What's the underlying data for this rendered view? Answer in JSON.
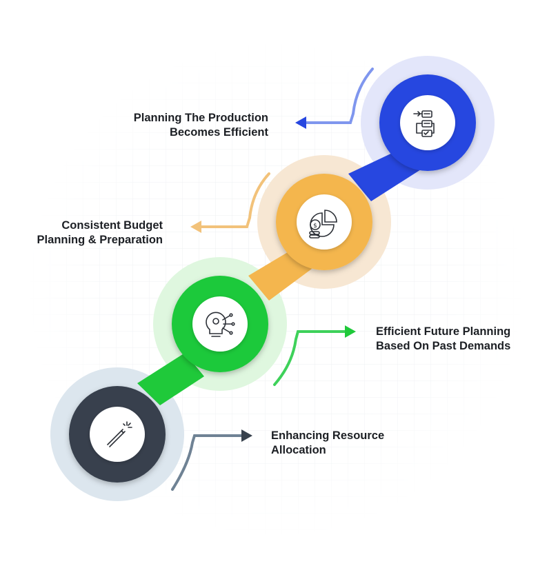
{
  "steps": [
    {
      "line1": "Enhancing Resource",
      "line2": "Allocation",
      "icon": "magic-wand-icon",
      "color": "#37414d",
      "halo": "#dce6ee",
      "connector": "#6f8294"
    },
    {
      "line1": "Efficient Future Planning",
      "line2": "Based On Past Demands",
      "icon": "idea-gear-icon",
      "color": "#1fc93a",
      "halo": "#dff7df",
      "connector": "#3ed15a"
    },
    {
      "line1": "Consistent Budget",
      "line2": "Planning & Preparation",
      "icon": "budget-chart-icon",
      "color": "#f4b64e",
      "halo": "#f7e7d3",
      "connector": "#f2c27a"
    },
    {
      "line1": "Planning The Production",
      "line2": "Becomes Efficient",
      "icon": "workflow-checklist-icon",
      "color": "#2747e0",
      "halo": "#e3e6fa",
      "connector": "#7f96ee"
    }
  ]
}
